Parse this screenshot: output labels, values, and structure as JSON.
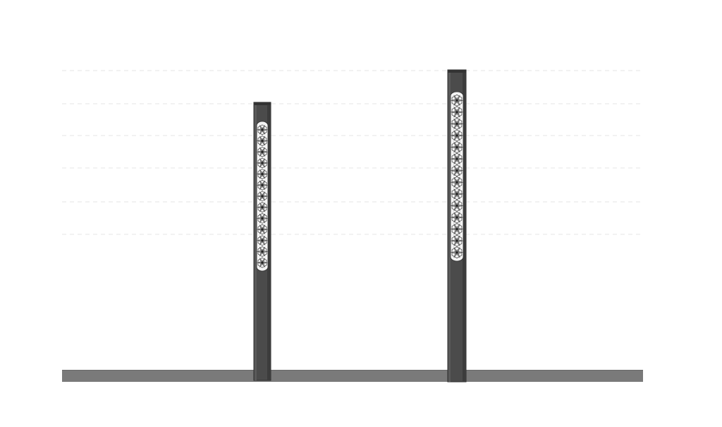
{
  "drawing": {
    "subject": "bollard-elevation",
    "colors": {
      "background": "#ffffff",
      "ground": "#7a7a7a",
      "ground_edge": "#6a6a6a",
      "guide_line": "#e6e6e6",
      "post_body": "#4b4b4b",
      "post_edge": "#2f2f2f",
      "post_cap": "#333333",
      "panel_bg": "#f4f4f4",
      "pattern_stroke": "#3a3a3a",
      "pattern_center": "#222222"
    },
    "posts": [
      {
        "id": "post-short",
        "pattern_motif": "asanoha-star",
        "pattern_units": 13
      },
      {
        "id": "post-tall",
        "pattern_motif": "asanoha-star",
        "pattern_units": 14
      }
    ],
    "guide_lines_count": 6
  }
}
